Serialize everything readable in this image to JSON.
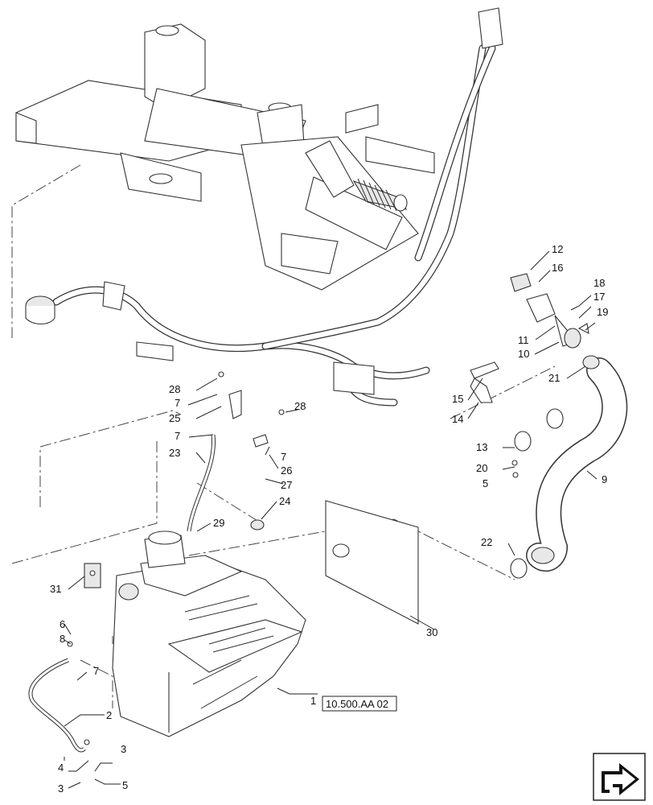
{
  "callouts": [
    {
      "id": "c1",
      "label": "1"
    },
    {
      "id": "c2",
      "label": "2"
    },
    {
      "id": "c3a",
      "label": "3"
    },
    {
      "id": "c3b",
      "label": "3"
    },
    {
      "id": "c4",
      "label": "4"
    },
    {
      "id": "c5a",
      "label": "5"
    },
    {
      "id": "c5b",
      "label": "5"
    },
    {
      "id": "c6",
      "label": "6"
    },
    {
      "id": "c7a",
      "label": "7"
    },
    {
      "id": "c7b",
      "label": "7"
    },
    {
      "id": "c7c",
      "label": "7"
    },
    {
      "id": "c7d",
      "label": "7"
    },
    {
      "id": "c8",
      "label": "8"
    },
    {
      "id": "c9",
      "label": "9"
    },
    {
      "id": "c10",
      "label": "10"
    },
    {
      "id": "c11",
      "label": "11"
    },
    {
      "id": "c12",
      "label": "12"
    },
    {
      "id": "c13",
      "label": "13"
    },
    {
      "id": "c14",
      "label": "14"
    },
    {
      "id": "c15",
      "label": "15"
    },
    {
      "id": "c16",
      "label": "16"
    },
    {
      "id": "c17",
      "label": "17"
    },
    {
      "id": "c18",
      "label": "18"
    },
    {
      "id": "c19",
      "label": "19"
    },
    {
      "id": "c20",
      "label": "20"
    },
    {
      "id": "c21",
      "label": "21"
    },
    {
      "id": "c22",
      "label": "22"
    },
    {
      "id": "c23",
      "label": "23"
    },
    {
      "id": "c24",
      "label": "24"
    },
    {
      "id": "c25",
      "label": "25"
    },
    {
      "id": "c26",
      "label": "26"
    },
    {
      "id": "c27",
      "label": "27"
    },
    {
      "id": "c28a",
      "label": "28"
    },
    {
      "id": "c28b",
      "label": "28"
    },
    {
      "id": "c29",
      "label": "29"
    },
    {
      "id": "c30",
      "label": "30"
    },
    {
      "id": "c31",
      "label": "31"
    }
  ],
  "reference_box": {
    "label": "10.500.AA 02"
  },
  "nav_icon": {
    "name": "next-page-arrow-icon"
  }
}
